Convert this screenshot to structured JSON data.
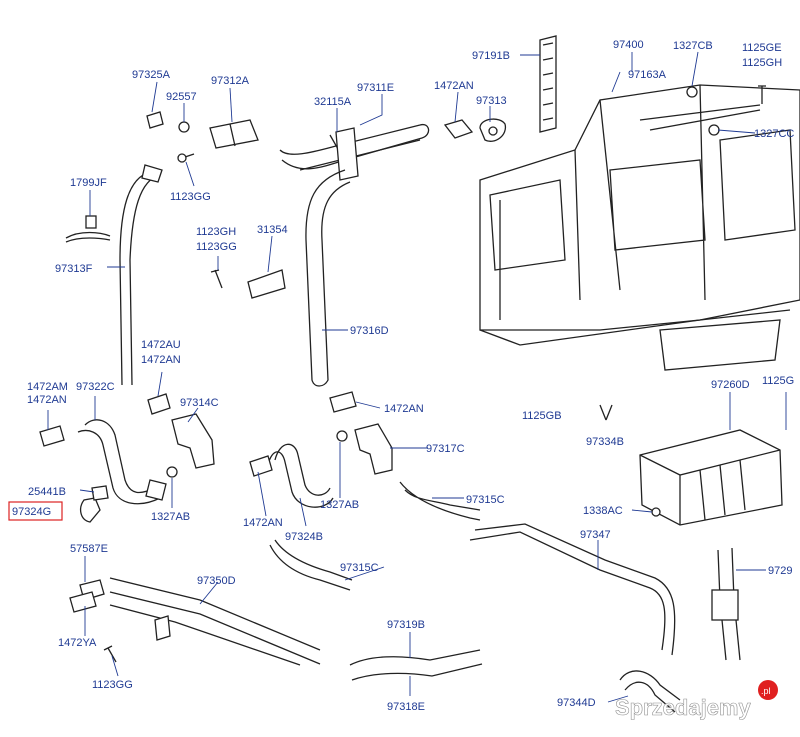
{
  "labels": {
    "p97191B": "97191B",
    "p97400": "97400",
    "p1327CB": "1327CB",
    "p1125GE": "1125GE",
    "p1125GH": "1125GH",
    "p97163A": "97163A",
    "p1327CC": "1327CC",
    "p97325A": "97325A",
    "p97312A": "97312A",
    "p92557": "92557",
    "p97311E": "97311E",
    "p32115A": "32115A",
    "p1472AN_top": "1472AN",
    "p97313": "97313",
    "p1123GG_top": "1123GG",
    "p1799JF": "1799JF",
    "p1123GH": "1123GH",
    "p1123GG_mid": "1123GG",
    "p31354": "31354",
    "p97313F": "97313F",
    "p97316D": "97316D",
    "p1472AU": "1472AU",
    "p1472AN_mid": "1472AN",
    "p1472AM": "1472AM",
    "p97322C": "97322C",
    "p1472AN_left": "1472AN",
    "p97314C": "97314C",
    "p1472AN_center": "1472AN",
    "p97260D": "97260D",
    "p1125G_right": "1125G",
    "p1125GB": "1125GB",
    "p97334B": "97334B",
    "p97317C": "97317C",
    "p25441B": "25441B",
    "p97324G": "97324G",
    "p1327AB_left": "1327AB",
    "p1472AN_low": "1472AN",
    "p97324B": "97324B",
    "p1327AB_right": "1327AB",
    "p97315C_top": "97315C",
    "p1338AC": "1338AC",
    "p97347": "97347",
    "p57587E": "57587E",
    "p97315C_low": "97315C",
    "p9729": "9729",
    "p97350D": "97350D",
    "p1472YA": "1472YA",
    "p97319B": "97319B",
    "p1123GG_bottom": "1123GG",
    "p97318E": "97318E",
    "p97344D": "97344D"
  },
  "watermark": {
    "text": "Sprzedajemy",
    "badge": ".pl"
  },
  "highlight_color": "#dd2222",
  "label_color": "#1f3a93"
}
